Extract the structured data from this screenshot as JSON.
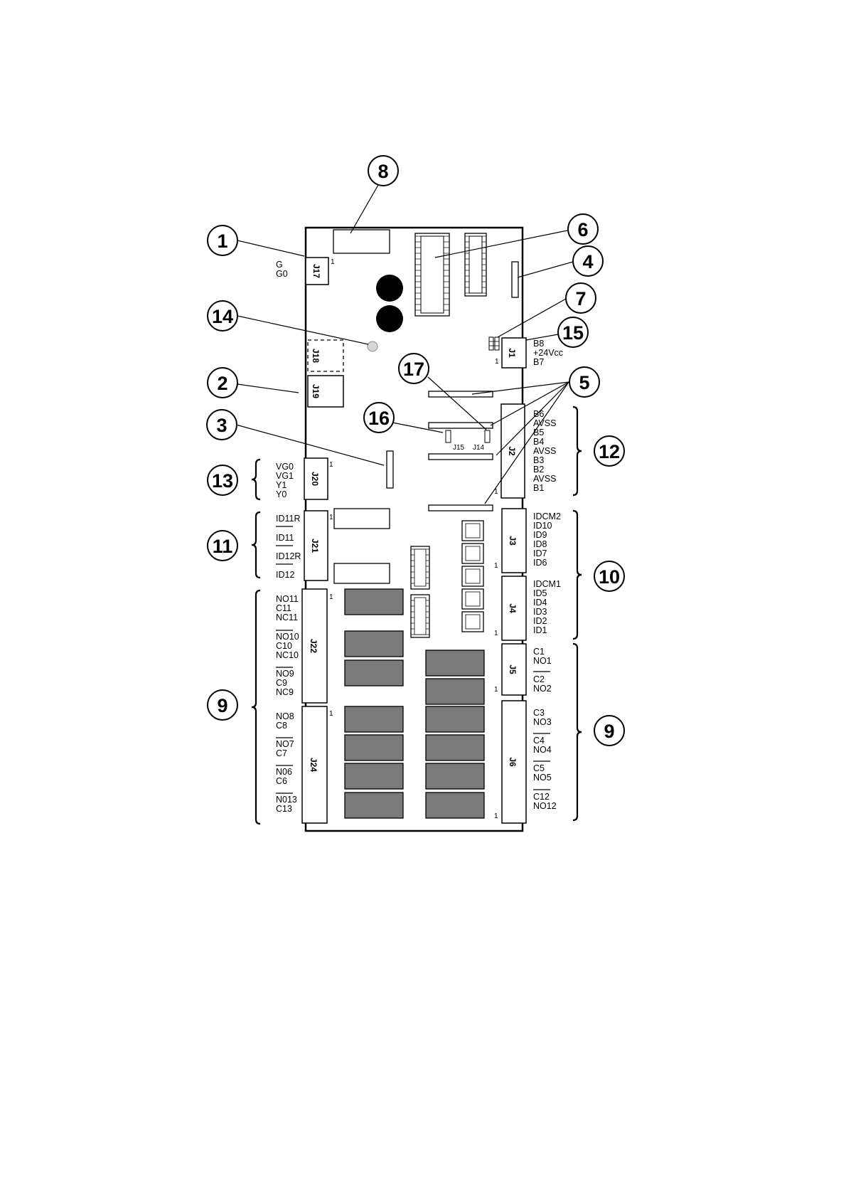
{
  "callouts": {
    "c1": "1",
    "c2": "2",
    "c3": "3",
    "c4": "4",
    "c5": "5",
    "c6": "6",
    "c7": "7",
    "c8": "8",
    "c9a": "9",
    "c9b": "9",
    "c10": "10",
    "c11": "11",
    "c12": "12",
    "c13": "13",
    "c14": "14",
    "c15": "15",
    "c16": "16",
    "c17": "17"
  },
  "connectors": {
    "j17": "J17",
    "j18": "J18",
    "j19": "J19",
    "j20": "J20",
    "j21": "J21",
    "j22": "J22",
    "j24": "J24",
    "j1": "J1",
    "j2": "J2",
    "j3": "J3",
    "j4": "J4",
    "j5": "J5",
    "j6": "J6",
    "j14": "J14",
    "j15": "J15"
  },
  "pin1_marker": "1",
  "labels": {
    "j17": [
      "G",
      "G0"
    ],
    "j1": [
      "B8",
      "+24Vcc",
      "B7"
    ],
    "j20": [
      "VG0",
      "VG1",
      "Y1",
      "Y0"
    ],
    "j2": [
      "B6",
      "AVSS",
      "B5",
      "B4",
      "AVSS",
      "B3",
      "B2",
      "AVSS",
      "B1"
    ],
    "j21": [
      "ID11R",
      "ID11",
      "ID12R",
      "ID12"
    ],
    "j3": [
      "IDCM2",
      "ID10",
      "ID9",
      "ID8",
      "ID7",
      "ID6"
    ],
    "j4": [
      "IDCM1",
      "ID5",
      "ID4",
      "ID3",
      "ID2",
      "ID1"
    ],
    "j22": [
      "NO11",
      "C11",
      "NC11",
      "NO10",
      "C10",
      "NC10",
      "NO9",
      "C9",
      "NC9"
    ],
    "j24": [
      "NO8",
      "C8",
      "NO7",
      "C7",
      "N06",
      "C6",
      "N013",
      "C13"
    ],
    "j5": [
      "C1",
      "NO1",
      "C2",
      "NO2"
    ],
    "j6": [
      "C3",
      "NO3",
      "C4",
      "NO4",
      "C5",
      "NO5",
      "C12",
      "NO12"
    ]
  },
  "colors": {
    "line": "#000000",
    "relay": "#7a7a7a",
    "ic": "#ffffff",
    "led": "#d6d6d6"
  }
}
